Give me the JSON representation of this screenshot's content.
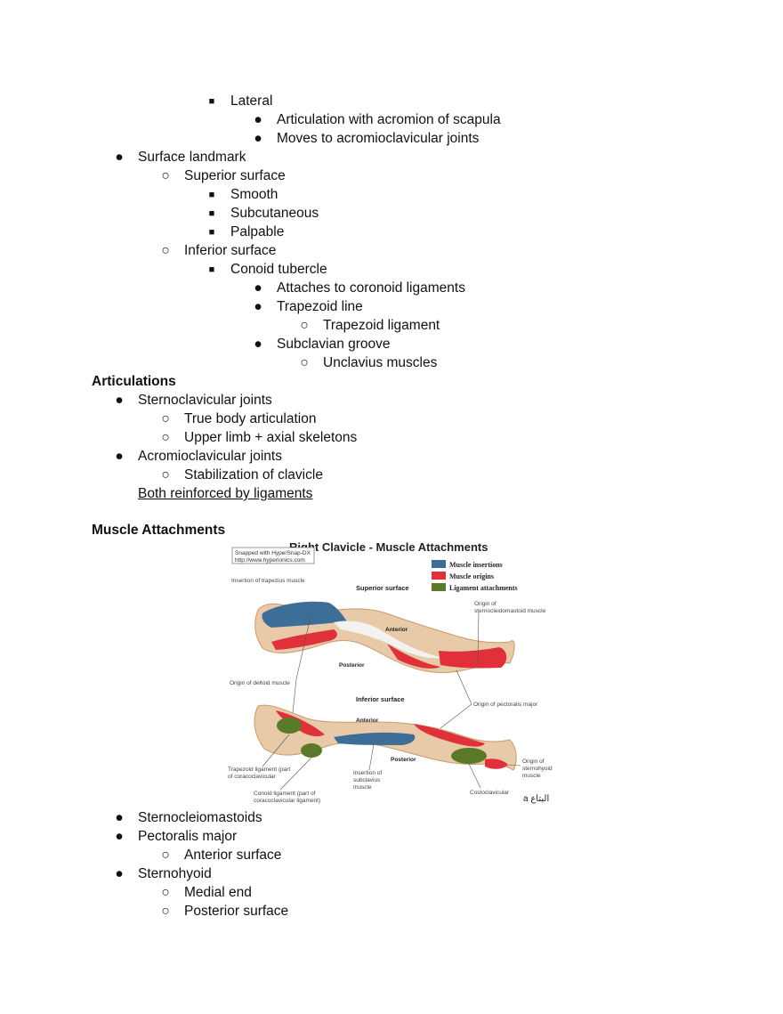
{
  "outline_top": {
    "lateral": "Lateral",
    "lateral_items": [
      "Articulation with acromion of scapula",
      "Moves to acromioclavicular joints"
    ],
    "surface_landmark": "Surface landmark",
    "superior_surface": "Superior surface",
    "superior_items": [
      "Smooth",
      "Subcutaneous",
      "Palpable"
    ],
    "inferior_surface": "Inferior surface",
    "conoid_tubercle": "Conoid tubercle",
    "conoid_attaches": "Attaches to coronoid ligaments",
    "trapezoid_line": "Trapezoid line",
    "trapezoid_ligament": "Trapezoid ligament",
    "subclavian_groove": "Subclavian groove",
    "unclavius": "Unclavius muscles"
  },
  "articulations": {
    "heading": "Articulations",
    "sterno": "Sternoclavicular joints",
    "sterno_items": [
      "True body articulation",
      "Upper limb + axial skeletons"
    ],
    "acromio": "Acromioclavicular joints",
    "acromio_items": [
      "Stabilization of clavicle"
    ],
    "note": "Both reinforced by ligaments"
  },
  "muscles": {
    "heading": "Muscle Attachments",
    "items": [
      "Sternocleiomastoids",
      "Pectoralis major",
      "Anterior surface",
      "Sternohyoid",
      "Medial end",
      "Posterior surface"
    ]
  },
  "figure": {
    "title": "Right Clavicle - Muscle Attachments",
    "snap_text": [
      "Snapped with HyperSnap-DX",
      "http://www.hyperionics.com"
    ],
    "legend": [
      "Muscle insertions",
      "Muscle origins",
      "Ligament attachments"
    ],
    "legend_colors": [
      "#3d6e98",
      "#e0303a",
      "#5a7a2a"
    ],
    "labels": {
      "insertion_trapezius": "Insertion of trapezius muscle",
      "superior_surface": "Superior surface",
      "origin_scm": [
        "Origin of",
        "sternocleidomastoid muscle"
      ],
      "anterior_top": "Anterior",
      "posterior_top": "Posterior",
      "origin_deltoid": "Origin of deltoid muscle",
      "inferior_surface": "Inferior surface",
      "origin_pectoralis": "Origin of pectoralis major",
      "anterior_bottom": "Anterior",
      "posterior_bottom": "Posterior",
      "trapezoid_ligament": [
        "Trapezoid ligament (part",
        "of coracoclavicular"
      ],
      "insertion_subclavius": [
        "Insertion of",
        "subclavius",
        "muscle"
      ],
      "origin_sternohyoid": [
        "Origin of",
        "sternohyoid",
        "muscle"
      ],
      "conoid_ligament": [
        "Conoid ligament (part of",
        "coracoclavicular ligament)"
      ],
      "costoclavicular": "Costoclavicular",
      "watermark": "a البتاع"
    }
  }
}
